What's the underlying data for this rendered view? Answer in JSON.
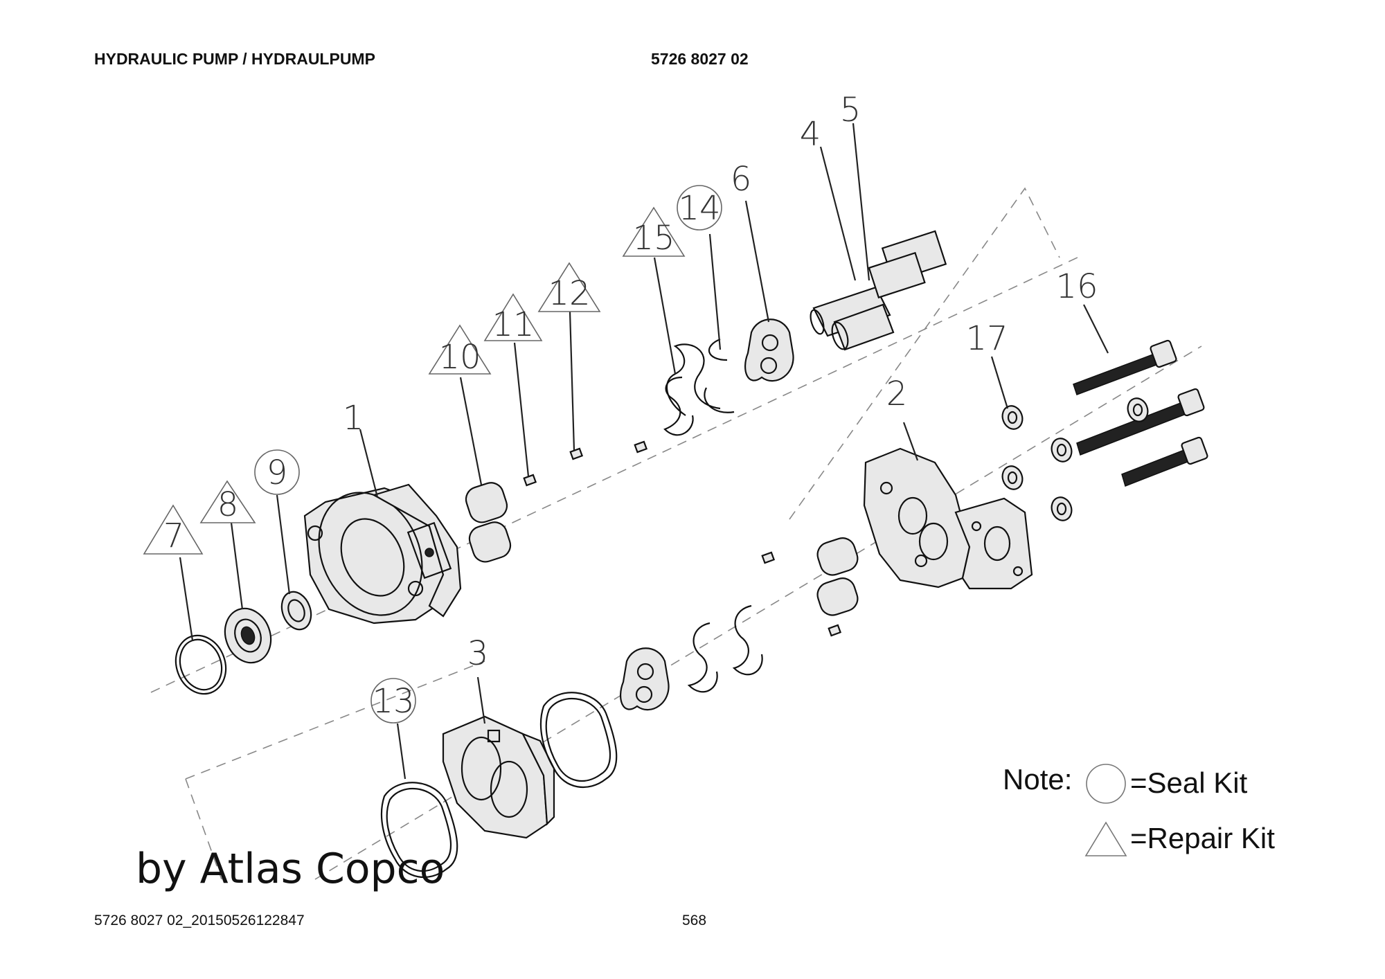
{
  "header": {
    "title": "HYDRAULIC PUMP / HYDRAULPUMP",
    "part_number": "5726 8027 02"
  },
  "footer": {
    "document_id": "5726 8027 02_20150526122847",
    "page_number": "568"
  },
  "watermark": "by Atlas Copco",
  "legend": {
    "note_label": "Note:",
    "seal_kit": "=Seal Kit",
    "repair_kit": "=Repair Kit"
  },
  "callouts": [
    {
      "id": "1",
      "label": "1",
      "marker": "none"
    },
    {
      "id": "2",
      "label": "2",
      "marker": "none"
    },
    {
      "id": "3",
      "label": "3",
      "marker": "none"
    },
    {
      "id": "4",
      "label": "4",
      "marker": "none"
    },
    {
      "id": "5",
      "label": "5",
      "marker": "none"
    },
    {
      "id": "6",
      "label": "6",
      "marker": "none"
    },
    {
      "id": "7",
      "label": "7",
      "marker": "triangle"
    },
    {
      "id": "8",
      "label": "8",
      "marker": "triangle"
    },
    {
      "id": "9",
      "label": "9",
      "marker": "circle"
    },
    {
      "id": "10",
      "label": "10",
      "marker": "triangle"
    },
    {
      "id": "11",
      "label": "11",
      "marker": "triangle"
    },
    {
      "id": "12",
      "label": "12",
      "marker": "triangle"
    },
    {
      "id": "13",
      "label": "13",
      "marker": "circle"
    },
    {
      "id": "14",
      "label": "14",
      "marker": "circle"
    },
    {
      "id": "15",
      "label": "15",
      "marker": "triangle"
    },
    {
      "id": "16",
      "label": "16",
      "marker": "none"
    },
    {
      "id": "17",
      "label": "17",
      "marker": "none"
    }
  ]
}
